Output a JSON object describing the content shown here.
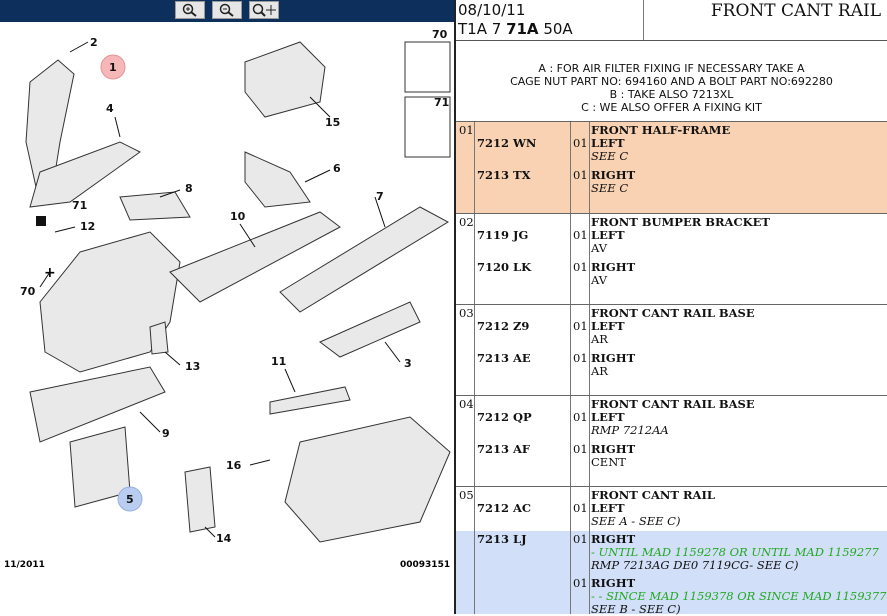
{
  "toolbar": {
    "zoom_in_icon": "zoom-in-icon",
    "zoom_out_icon": "zoom-out-icon",
    "zoom_fit_icon": "zoom-fit-icon"
  },
  "diagram": {
    "labels": [
      "1",
      "2",
      "3",
      "4",
      "5",
      "6",
      "7",
      "8",
      "9",
      "10",
      "11",
      "12",
      "13",
      "14",
      "15",
      "16",
      "70",
      "71",
      "70",
      "71"
    ],
    "footer_date": "11/2011",
    "footer_ref": "00093151"
  },
  "header": {
    "date": "08/10/11",
    "code_prefix": "T1A 7",
    "code_bold": "71A",
    "code_suffix": "50A",
    "title": "FRONT CANT RAIL"
  },
  "notes": [
    "A : FOR AIR FILTER FIXING IF NECESSARY TAKE A",
    "CAGE NUT PART NO: 694160 AND A BOLT PART NO:692280",
    "B : TAKE ALSO 7213XL",
    "C : WE ALSO OFFER A FIXING KIT"
  ],
  "parts": [
    {
      "num": "01",
      "title": "FRONT HALF-FRAME",
      "items": [
        {
          "ref": "7212 WN",
          "qty": "01",
          "side": "LEFT",
          "notes": [
            "SEE C"
          ]
        },
        {
          "ref": "7213 TX",
          "qty": "01",
          "side": "RIGHT",
          "notes": [
            "SEE C"
          ]
        }
      ]
    },
    {
      "num": "02",
      "title": "FRONT BUMPER BRACKET",
      "items": [
        {
          "ref": "7119 JG",
          "qty": "01",
          "side": "LEFT",
          "notes": [
            "AV"
          ]
        },
        {
          "ref": "7120 LK",
          "qty": "01",
          "side": "RIGHT",
          "notes": [
            "AV"
          ]
        }
      ]
    },
    {
      "num": "03",
      "title": "FRONT CANT RAIL BASE",
      "items": [
        {
          "ref": "7212 Z9",
          "qty": "01",
          "side": "LEFT",
          "notes": [
            "AR"
          ]
        },
        {
          "ref": "7213 AE",
          "qty": "01",
          "side": "RIGHT",
          "notes": [
            "AR"
          ]
        }
      ]
    },
    {
      "num": "04",
      "title": "FRONT CANT RAIL BASE",
      "items": [
        {
          "ref": "7212 QP",
          "qty": "01",
          "side": "LEFT",
          "notes": [
            "RMP 7212AA"
          ]
        },
        {
          "ref": "7213 AF",
          "qty": "01",
          "side": "RIGHT",
          "notes": [
            "CENT"
          ]
        }
      ]
    },
    {
      "num": "05",
      "title": "FRONT CANT RAIL",
      "items": [
        {
          "ref": "7212 AC",
          "qty": "01",
          "side": "LEFT",
          "notes": [
            "SEE A - SEE C)"
          ]
        }
      ]
    },
    {
      "items": [
        {
          "ref": "7213 LJ",
          "qty": "01",
          "side": "RIGHT",
          "green": "- UNTIL MAD 1159278 OR UNTIL MAD 1159277",
          "notes": [
            "RMP 7213AG DE0 7119CG- SEE C)"
          ]
        },
        {
          "ref": "",
          "qty": "01",
          "side": "RIGHT",
          "green": "- - SINCE MAD 1159378 OR SINCE MAD 1159377",
          "notes": [
            "SEE B - SEE C)"
          ]
        }
      ]
    }
  ],
  "colors": {
    "toolbar_bg": "#0c2f5c",
    "highlight_row": "#f8d2b2",
    "selected_row": "#d2dff8",
    "green_text": "#22a822",
    "callout_1": "#f5b7b7",
    "callout_5": "#b8cdf0"
  }
}
